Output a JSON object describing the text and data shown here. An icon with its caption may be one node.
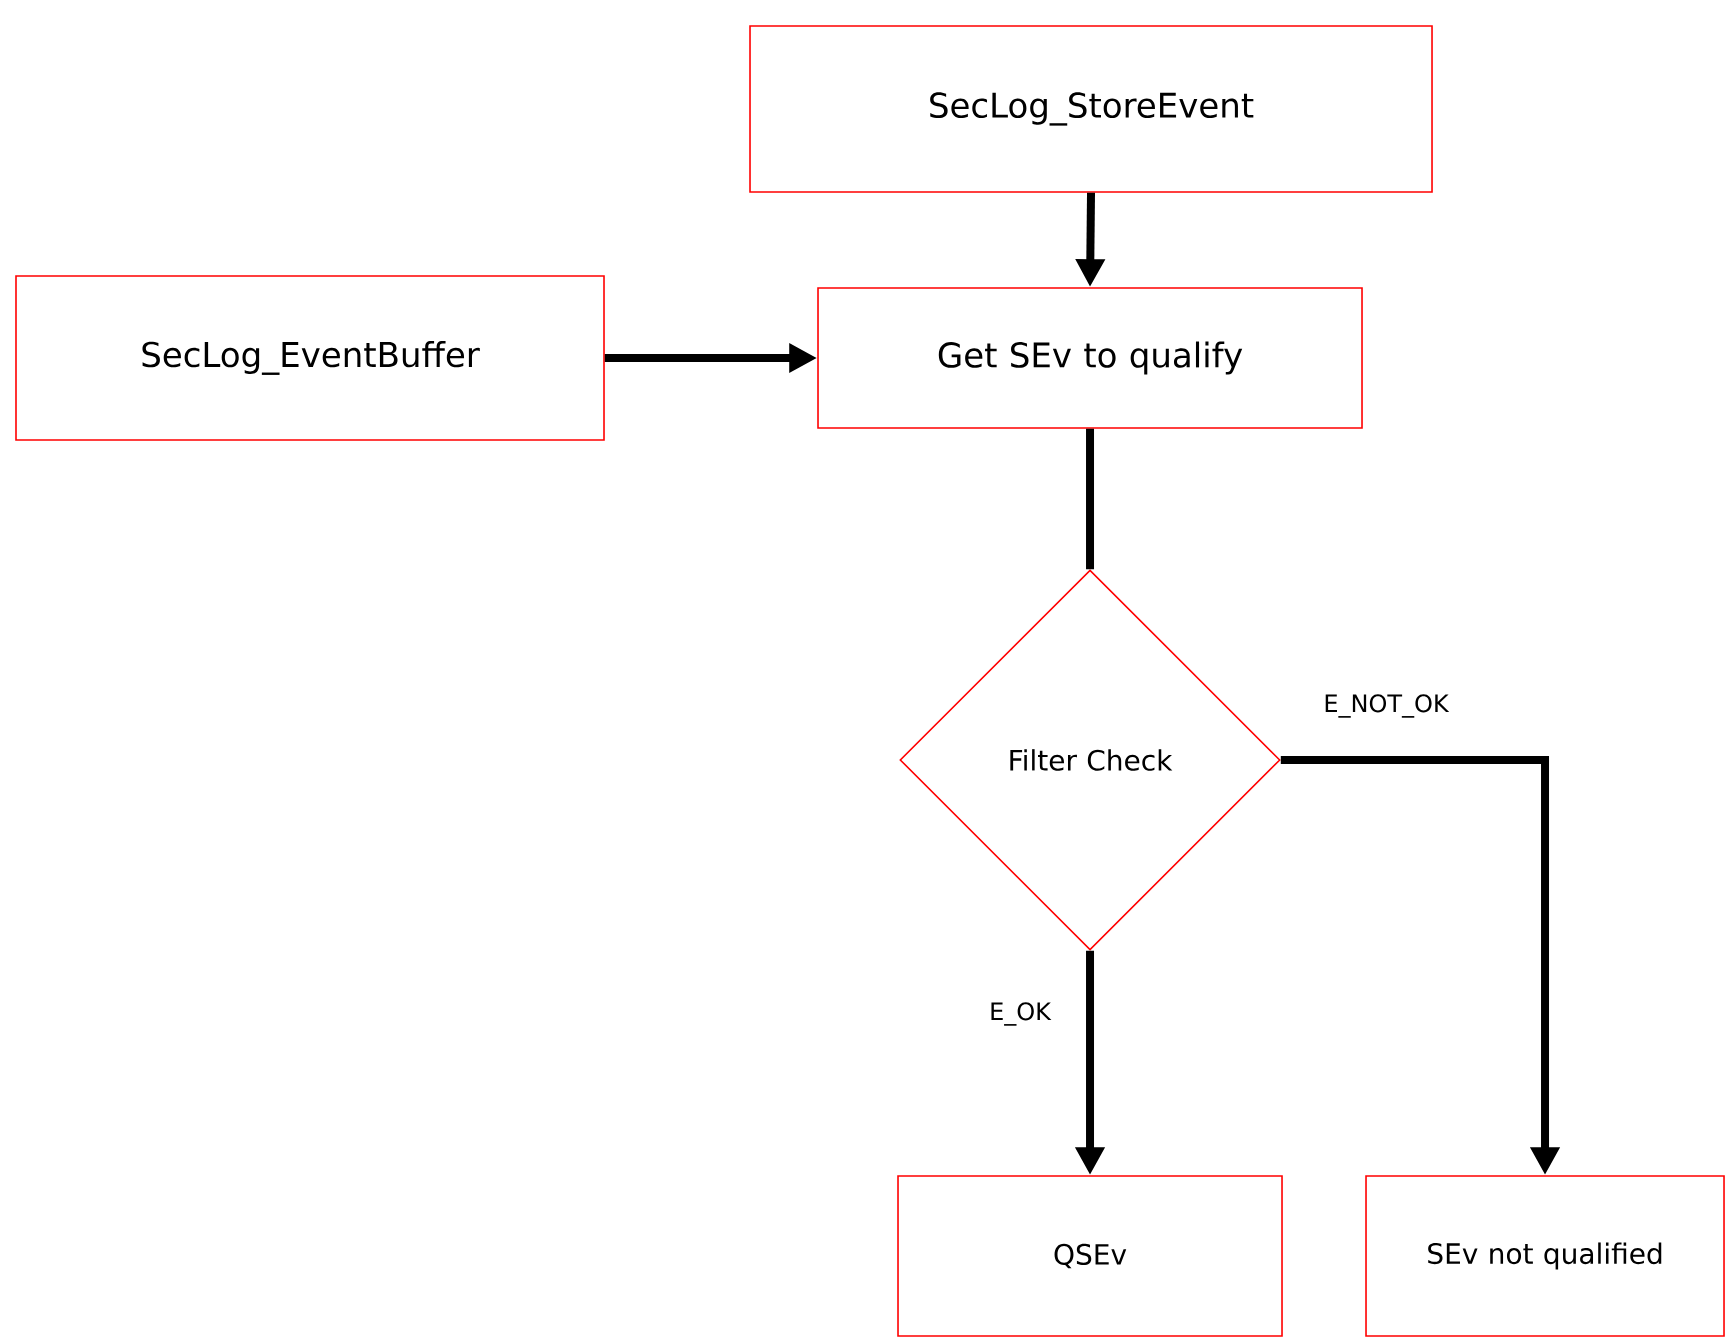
{
  "diagram": {
    "nodes": [
      {
        "text": [
          "SecLog_StoreEvent"
        ]
      },
      {
        "text": [
          "SecLog_EventBuffer"
        ]
      },
      {
        "text": [
          "Get SEv to qualify"
        ]
      },
      {
        "text": [
          "Filter Check"
        ]
      },
      {
        "text": [
          "QSEv"
        ]
      },
      {
        "text": [
          "SEv not qualified"
        ]
      }
    ],
    "edges": [
      {
        "from": 0,
        "to": 2,
        "arrow": "to"
      },
      {
        "from": 1,
        "to": 2,
        "arrow": "to"
      },
      {
        "from": 2,
        "to": 3,
        "arrow": "none"
      },
      {
        "from": 3,
        "to": 4,
        "arrow": "to",
        "label": "E_OK"
      },
      {
        "from": 3,
        "to": 5,
        "arrow": "to",
        "label": "E_NOT_OK"
      }
    ]
  }
}
